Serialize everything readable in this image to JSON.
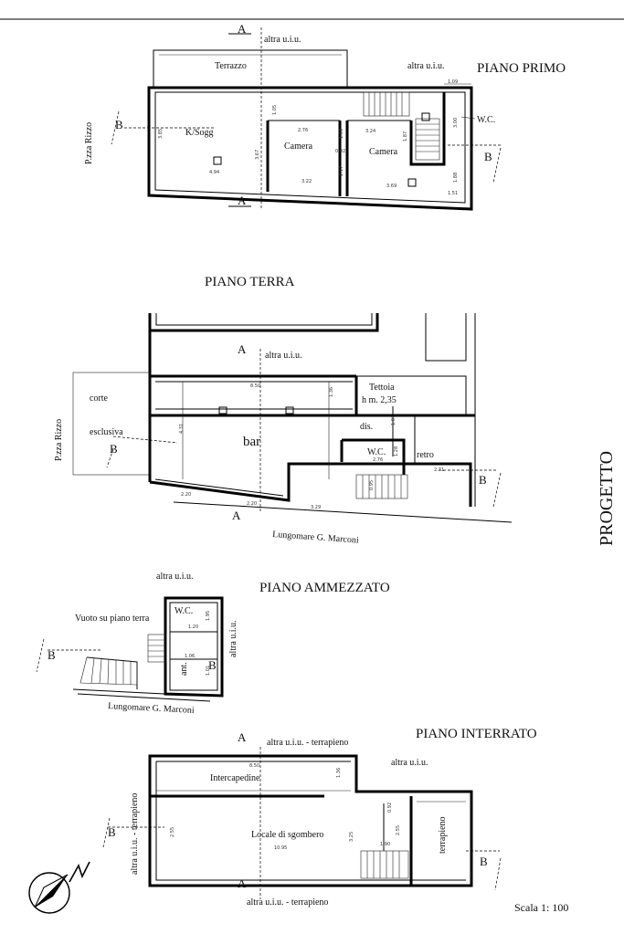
{
  "banner": {
    "title": "PROGETTO",
    "scale": "Scala 1: 100"
  },
  "floors": {
    "primo": {
      "title": "PIANO PRIMO",
      "rooms": {
        "terrace": "Terrazzo",
        "living": "K/Sogg",
        "camera1": "Camera",
        "camera2": "Camera",
        "wc": "W.C."
      },
      "neighbors": {
        "top": "altra u.i.u.",
        "right": "altra u.i.u."
      },
      "street": "P.zza Rizzo",
      "dims": [
        "1.09",
        "2.76",
        "1.00",
        "3.24",
        "3.00",
        "1.87",
        "1.88",
        "1.51",
        "3.69",
        "4.94",
        "3.22",
        "3.67",
        "3.85",
        "1.05",
        "2.17",
        "0.92"
      ]
    },
    "terra": {
      "title": "PIANO TERRA",
      "rooms": {
        "bar": "bar",
        "canopy": "Tettoia",
        "canopy_height": "h m. 2,35",
        "dis": "dis.",
        "wc": "W.C.",
        "retro": "retro",
        "court": "corte",
        "court2": "esclusiva"
      },
      "neighbor": "altra u.i.u.",
      "street_left": "P.zza Rizzo",
      "street_bottom": "Lungomare G. Marconi",
      "dims": [
        "8.50",
        "1.36",
        "4.31",
        "1.01",
        "2.76",
        "1.28",
        "2.20",
        "2.20",
        "3.29",
        "2.71",
        "0.95"
      ]
    },
    "ammezzato": {
      "title": "PIANO AMMEZZATO",
      "rooms": {
        "void": "Vuoto su piano terra",
        "wc": "W.C.",
        "ant": "ant."
      },
      "neighbors": {
        "top": "altra u.i.u.",
        "right": "altra u.i.u."
      },
      "street": "Lungomare G. Marconi",
      "dims": [
        "1.20",
        "1.95",
        "1.06",
        "1.01"
      ]
    },
    "interrato": {
      "title": "PIANO INTERRATO",
      "rooms": {
        "gap": "Intercapedine",
        "storage": "Locale di sgombero",
        "fill": "terrapieno"
      },
      "neighbors": {
        "top": "altra u.i.u. - terrapieno",
        "right": "altra u.i.u.",
        "left": "altra u.i.u. - terrapieno",
        "bottom": "altra u.i.u. - terrapieno"
      },
      "dims": [
        "8.50",
        "1.36",
        "10.95",
        "2.55",
        "3.25",
        "0.92",
        "2.55",
        "1.90"
      ]
    }
  },
  "section_marks": {
    "a": "A",
    "b": "B"
  }
}
